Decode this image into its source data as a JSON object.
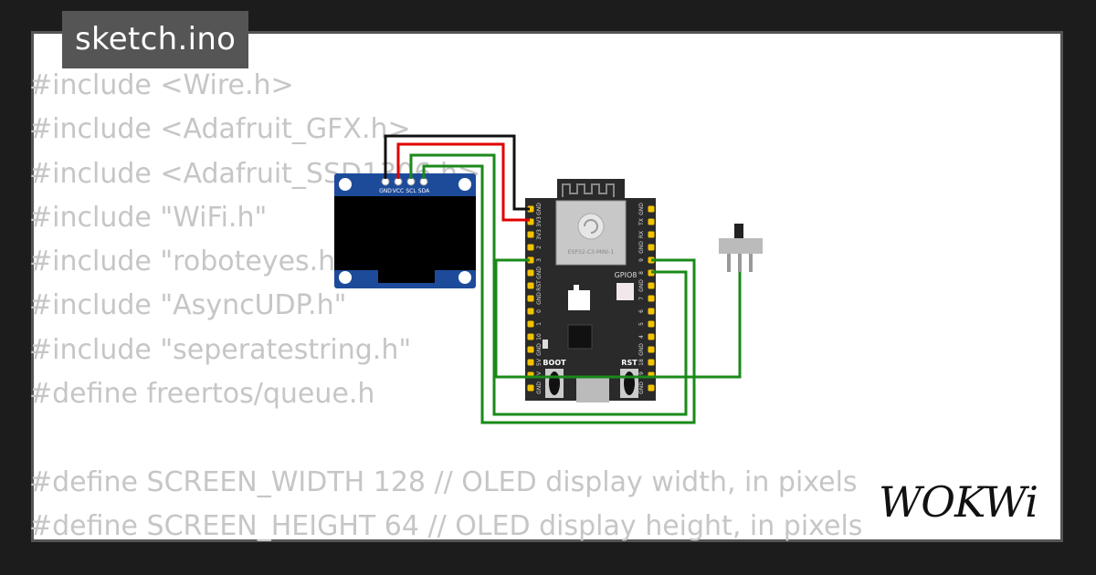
{
  "tab": {
    "title": "sketch.ino"
  },
  "code_lines": [
    "#include <Wire.h>",
    "#include <Adafruit_GFX.h>",
    "#include <Adafruit_SSD1306.h>",
    "#include \"WiFi.h\"",
    "#include \"roboteyes.h\"",
    "#include \"AsyncUDP.h\"",
    "#include \"seperatestring.h\"",
    "#define freertos/queue.h",
    "",
    "#define SCREEN_WIDTH 128 // OLED display width, in pixels",
    "#define SCREEN_HEIGHT 64 // OLED display height, in pixels"
  ],
  "oled": {
    "pins": [
      "GND",
      "VCC",
      "SCL",
      "SDA"
    ]
  },
  "board": {
    "module_label": "ESP32-C3-MINI-1",
    "led_label": "GPIO8",
    "boot_label": "BOOT",
    "rst_label": "RST",
    "left_pins": [
      "GND",
      "3V3",
      "3V3",
      "2",
      "3",
      "GND",
      "RST",
      "GND",
      "0",
      "1",
      "10",
      "GND",
      "5V",
      "5V",
      "GND"
    ],
    "right_pins": [
      "GND",
      "TX",
      "RX",
      "GND",
      "9",
      "8",
      "GND",
      "7",
      "6",
      "5",
      "4",
      "GND",
      "18",
      "19",
      "GND"
    ]
  },
  "logo": {
    "text": "WOKWi"
  },
  "colors": {
    "wire_green": "#1a8a1a",
    "wire_red": "#e00000",
    "wire_black": "#111111",
    "oled_blue": "#1d4b9a",
    "board_black": "#2a2a2a",
    "pin_yellow": "#f2c200"
  }
}
